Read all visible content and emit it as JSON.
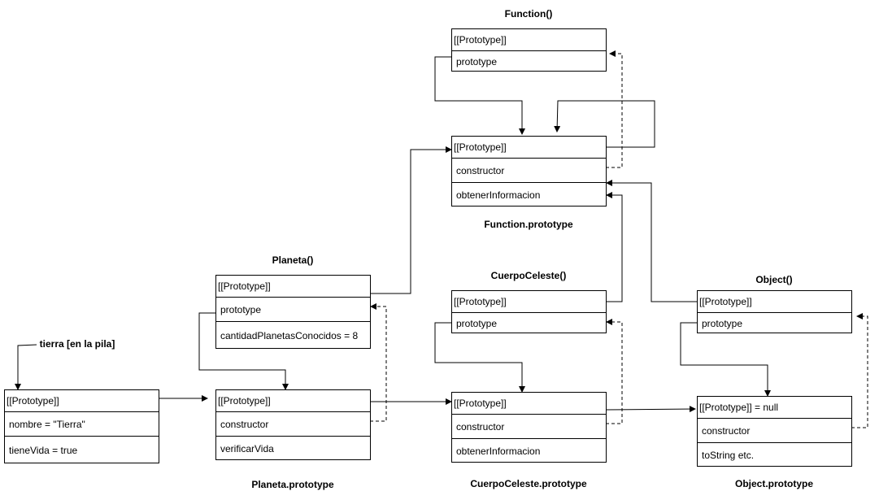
{
  "titles": {
    "function": "Function()",
    "function_prototype": "Function.prototype",
    "planeta": "Planeta()",
    "cuerpo_celeste": "CuerpoCeleste()",
    "object": "Object()",
    "tierra": "tierra [en la pila]",
    "planeta_prototype": "Planeta.prototype",
    "cuerpo_celeste_prototype": "CuerpoCeleste.prototype",
    "object_prototype": "Object.prototype"
  },
  "boxes": {
    "function": {
      "rows": [
        "[[Prototype]]",
        "prototype"
      ]
    },
    "function_prototype": {
      "rows": [
        "[[Prototype]]",
        "constructor",
        "obtenerInformacion"
      ]
    },
    "planeta": {
      "rows": [
        "[[Prototype]]",
        "prototype",
        "cantidadPlanetasConocidos = 8"
      ]
    },
    "cuerpo_celeste": {
      "rows": [
        "[[Prototype]]",
        "prototype"
      ]
    },
    "object": {
      "rows": [
        "[[Prototype]]",
        "prototype"
      ]
    },
    "tierra": {
      "rows": [
        "[[Prototype]]",
        "nombre = \"Tierra\"",
        "tieneVida = true"
      ]
    },
    "planeta_prototype": {
      "rows": [
        "[[Prototype]]",
        "constructor",
        "verificarVida"
      ]
    },
    "cuerpo_celeste_prototype": {
      "rows": [
        "[[Prototype]]",
        "constructor",
        "obtenerInformacion"
      ]
    },
    "object_prototype": {
      "rows": [
        "[[Prototype]] = null",
        "constructor",
        "toString etc."
      ]
    }
  }
}
